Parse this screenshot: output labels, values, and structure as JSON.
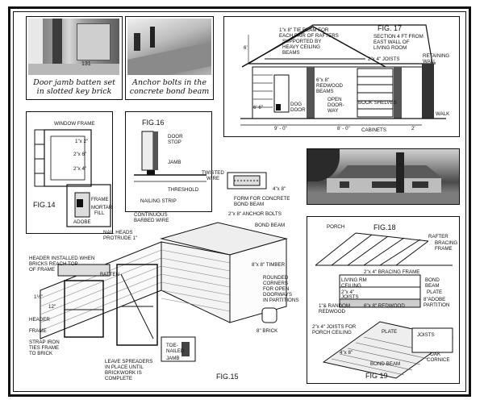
{
  "captions": {
    "photo1": [
      "Door jamb batten set",
      "in slotted key brick"
    ],
    "photo2": [
      "Anchor bolts in the",
      "concrete bond beam"
    ]
  },
  "photo1_mark": "131",
  "figures": {
    "fig14": "FIG.14",
    "fig15": "FIG.15",
    "fig16": "FIG.16",
    "fig17": "FIG. 17",
    "fig18": "FIG.18",
    "fig19": "FIG 19"
  },
  "fig17": {
    "section_lines": [
      "SECTION 4 FT FROM",
      "EAST WALL OF",
      "LIVING ROOM"
    ],
    "tie_beam_lines": [
      "1\"x 8\" TIE BEAM FOR",
      "EACH PAIR OF RAFTERS",
      "SUPPORTED BY",
      "HEAVY CEILING",
      "BEAMS"
    ],
    "joists": "2\"x 4\" JOISTS",
    "retaining_wall": [
      "RETAINING",
      "WALL"
    ],
    "redwood_beams": [
      "6\"x 8\"",
      "REDWOOD",
      "BEAMS"
    ],
    "open_doorway": [
      "OPEN",
      "DOOR-",
      "WAY"
    ],
    "book_shelves": "BOOK SHELVES",
    "dog_door": [
      "DOG",
      "DOOR"
    ],
    "cabinets": "CABINETS",
    "walk": "WALK",
    "dims": [
      "6'",
      "6' 6\"",
      "9' - 0\"",
      "8' - 0\"",
      "2'"
    ]
  },
  "fig14": {
    "window_frame": "WINDOW FRAME",
    "dims": [
      "1\"x 2\"",
      "2\"x 6\"",
      "2\"x 4\""
    ],
    "frame": "FRAME",
    "mortar": [
      "MORTAR",
      "FILL"
    ],
    "adobe": "ADOBE"
  },
  "fig16": {
    "door_stop": [
      "DOOR",
      "STOP"
    ],
    "jamb": "JAMB",
    "threshold": "THRESHOLD",
    "nailing_strip": "NAILING STRIP"
  },
  "fig15": {
    "twisted_wire": [
      "TWISTED",
      "WIRE"
    ],
    "form": [
      "FORM FOR CONCRETE",
      "BOND BEAM"
    ],
    "dim_4x8": "4\"x 8\"",
    "anchor_bolts": "2\"x 8\" ANCHOR BOLTS",
    "bond_beam": "BOND BEAM",
    "continuous_wire": [
      "CONTINUOUS",
      "BARBED WIRE"
    ],
    "nail_heads": [
      "NAIL HEADS",
      "PROTRUDE 1\""
    ],
    "header_installed": [
      "HEADER INSTALLED WHEN",
      "BRICKS REACH TOP",
      "OF FRAME"
    ],
    "batten": "BATTEN",
    "header": "HEADER",
    "frame": "FRAME",
    "strap_iron": [
      "STRAP IRON",
      "TIES FRAME",
      "TO BRICK"
    ],
    "dim_12": "12\"",
    "dim_1half": "1½\"",
    "timber": "8\"x 8\" TIMBER",
    "rounded": [
      "ROUNDED",
      "CORNERS",
      "FOR OPEN",
      "DOORWAYS",
      "IN PARTITIONS"
    ],
    "brick": "8\" BRICK",
    "toe_nailed": [
      "TOE-",
      "NAILED"
    ],
    "jamb": "JAMB",
    "spreaders": [
      "LEAVE SPREADERS",
      "IN PLACE UNTIL",
      "BRICKWORK IS",
      "COMPLETE"
    ]
  },
  "fig18": {
    "porch": "PORCH",
    "rafter": "RAFTER",
    "bracing": [
      "BRACING",
      "FRAME"
    ],
    "bracing_frame": "2\"x 4\" BRACING FRAME",
    "living_rm": [
      "LIVING RM",
      "CEILING"
    ],
    "joists": [
      "2\"x 4\"",
      "JOISTS"
    ],
    "bond_beam": [
      "BOND",
      "BEAM"
    ],
    "plate": "PLATE",
    "adobe_partition": [
      "8\"ADOBE",
      "PARTITION"
    ],
    "random": [
      "1\"& RANDOM",
      "REDWOOD"
    ],
    "redwood": "6\"x 8\" REDWOOD"
  },
  "fig19": {
    "joists_porch": [
      "2\"x 4\" JOISTS FOR",
      "PORCH CEILING"
    ],
    "plate": "PLATE",
    "joists": "JOISTS",
    "dim_4x8": "4\"x 8\"",
    "bond_beam": "BOND BEAM",
    "oak": [
      "OAK",
      "CORNICE"
    ]
  }
}
